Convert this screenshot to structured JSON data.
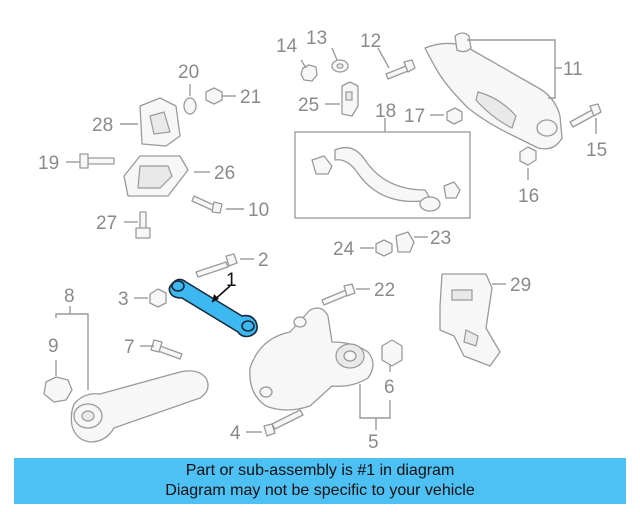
{
  "diagram": {
    "callouts": {
      "c1": "1",
      "c2": "2",
      "c3": "3",
      "c4": "4",
      "c5": "5",
      "c6": "6",
      "c7": "7",
      "c8": "8",
      "c9": "9",
      "c10": "10",
      "c11": "11",
      "c12": "12",
      "c13": "13",
      "c14": "14",
      "c15": "15",
      "c16": "16",
      "c17": "17",
      "c18": "18",
      "c19": "19",
      "c20": "20",
      "c21": "21",
      "c22": "22",
      "c23": "23",
      "c24": "24",
      "c25": "25",
      "c26": "26",
      "c27": "27",
      "c28": "28",
      "c29": "29"
    },
    "highlight_color": "#3db8f0",
    "line_color": "#9a9a9a"
  },
  "banner": {
    "line1": "Part or sub-assembly is #1 in diagram",
    "line2": "Diagram may not be specific to your vehicle",
    "color": "#4dc0f4"
  }
}
